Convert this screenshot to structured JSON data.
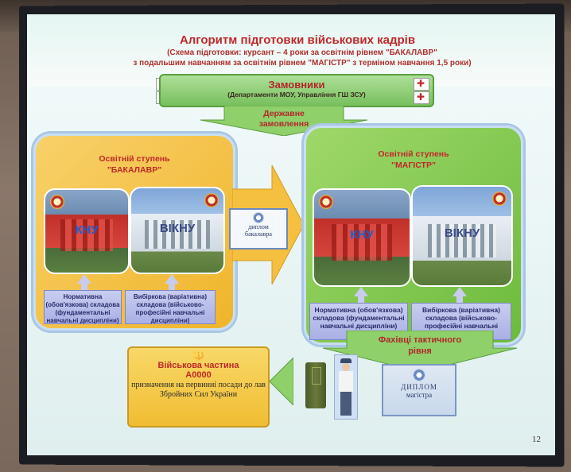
{
  "slide": {
    "title": "Алгоритм підготовки військових кадрів",
    "subtitle_lines": [
      "(Схема підготовки: курсант – 4 роки за освітнім рівнем \"БАКАЛАВР\"",
      "з подальшим навчанням за освітнім рівнем \"МАГІСТР\" з терміном навчання 1,5 роки)"
    ],
    "page_number": "12"
  },
  "customer": {
    "heading": "Замовники",
    "subheading": "(Департаменти МОУ, Управління ГШ ЗСУ)"
  },
  "state_order": {
    "line1": "Державне",
    "line2": "замовлення"
  },
  "bachelor": {
    "title_line1": "Освітній ступень",
    "title_line2": "\"БАКАЛАВР\"",
    "photo_left_label": "КНУ",
    "photo_right_label": "ВІКНУ",
    "discipline_left": "Нормативна (обов'язкова) складова (фундаментальні навчальні дисципліни)",
    "discipline_right": "Вибіркова (варіативна) складова (військово-професійні навчальні дисципліни)"
  },
  "master": {
    "title_line1": "Освітній ступень",
    "title_line2": "\"МАГІСТР\"",
    "photo_left_label": "КНУ",
    "photo_right_label": "ВІКНУ",
    "discipline_left": "Нормативна (обов'язкова) складова (фундаментальні навчальні дисципліни)",
    "discipline_right": "Вибіркова (варіативна) складова (військово-професійні навчальні дисципліни)"
  },
  "diploma_bachelor": {
    "line1": "диплом",
    "line2": "бакалавра"
  },
  "tactical": {
    "line1": "Фахівці тактичного",
    "line2": "рівня"
  },
  "military_unit": {
    "trident": "🔱",
    "name": "Військова частина",
    "code": "А0000",
    "description": "призначення на первинні посади до лав Збройних Сил України"
  },
  "diploma_master": {
    "line1": "ДИПЛОМ",
    "line2": "магістра"
  }
}
